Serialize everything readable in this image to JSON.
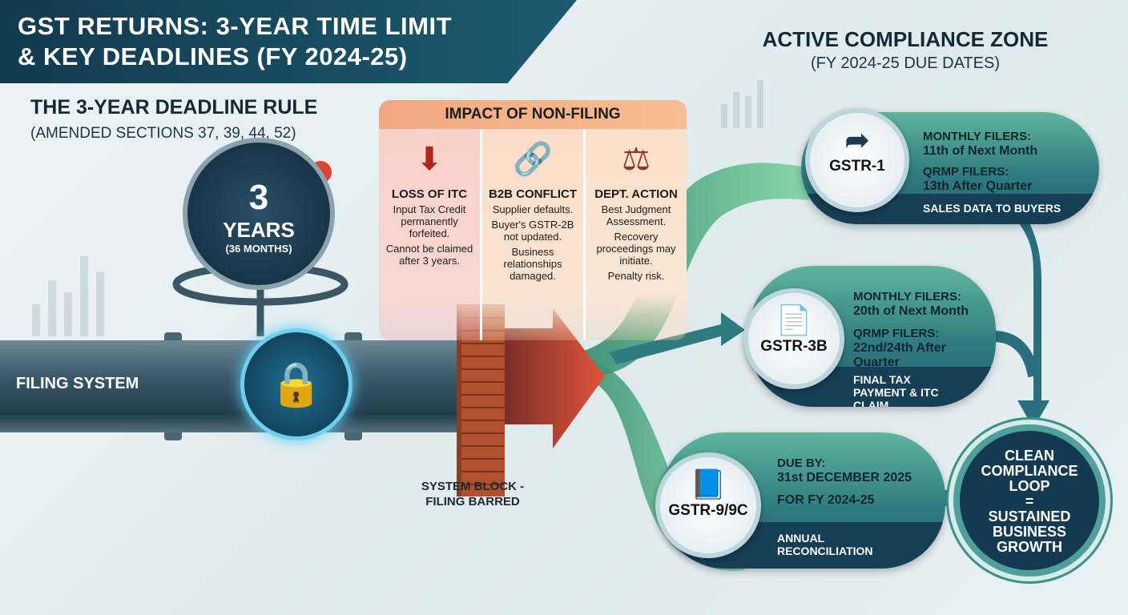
{
  "header": {
    "title_line1": "GST RETURNS: 3-YEAR TIME LIMIT",
    "title_line2": "& KEY DEADLINES (FY 2024-25)"
  },
  "zone": {
    "title": "ACTIVE COMPLIANCE ZONE",
    "subtitle": "(FY 2024-25 DUE DATES)"
  },
  "rule": {
    "title": "THE 3-YEAR DEADLINE RULE",
    "subtitle": "(AMENDED SECTIONS 37, 39, 44, 52)"
  },
  "gauge": {
    "number": "3",
    "unit": "YEARS",
    "months": "(36 MONTHS)"
  },
  "pipe": {
    "label": "FILING SYSTEM"
  },
  "block": {
    "label": "SYSTEM BLOCK - FILING BARRED"
  },
  "impact": {
    "title": "IMPACT OF NON-FILING",
    "columns": [
      {
        "icon": "down-arrow-icon",
        "title": "LOSS OF ITC",
        "lines": [
          "Input Tax Credit permanently forfeited.",
          "Cannot be claimed after 3 years."
        ]
      },
      {
        "icon": "broken-link-icon",
        "title": "B2B CONFLICT",
        "lines": [
          "Supplier defaults.",
          "Buyer's GSTR-2B not updated.",
          "Business relationships damaged."
        ]
      },
      {
        "icon": "gavel-icon",
        "title": "DEPT. ACTION",
        "lines": [
          "Best Judgment Assessment.",
          "Recovery proceedings may initiate.",
          "Penalty risk."
        ]
      }
    ]
  },
  "returns": [
    {
      "name": "GSTR-1",
      "icon": "share-icon",
      "l1": "MONTHLY FILERS:",
      "v1": "11th of Next Month",
      "l2": "QRMP FILERS:",
      "v2": "13th After Quarter",
      "footer": "SALES DATA TO BUYERS"
    },
    {
      "name": "GSTR-3B",
      "icon": "tax-document-icon",
      "l1": "MONTHLY FILERS:",
      "v1": "20th of Next Month",
      "l2": "QRMP FILERS:",
      "v2": "22nd/24th After Quarter",
      "footer": "FINAL TAX PAYMENT & ITC CLAIM"
    },
    {
      "name": "GSTR-9/9C",
      "icon": "book-check-icon",
      "l1": "DUE BY:",
      "v1": "31st DECEMBER 2025",
      "v2": "FOR FY 2024-25",
      "footer": "ANNUAL RECONCILIATION"
    }
  ],
  "result": {
    "lines": [
      "CLEAN",
      "COMPLIANCE",
      "LOOP",
      "=",
      "SUSTAINED",
      "BUSINESS",
      "GROWTH"
    ]
  },
  "colors": {
    "navy": "#143a52",
    "teal": "#2f7c80",
    "green": "#5fc08a",
    "red": "#c0392b",
    "orange": "#f2a77f"
  }
}
